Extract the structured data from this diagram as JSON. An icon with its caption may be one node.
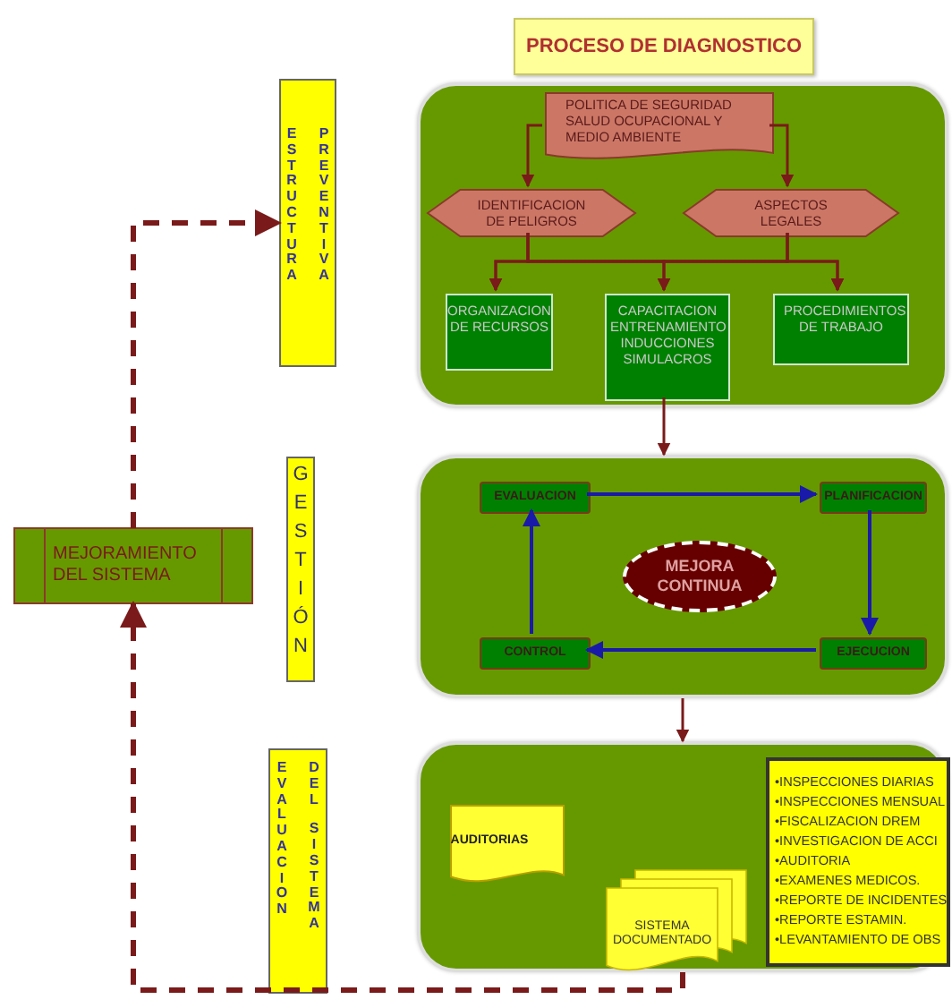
{
  "diagram": {
    "title": "PROCESO DE DIAGNOSTICO",
    "nodes": [
      {
        "text": [
          "ESTRUCTURA",
          "PREVENTIVA"
        ]
      },
      {
        "text": [],
        "shape": "box"
      },
      {
        "text": [
          "POLITICA DE SEGURIDAD SALUD OCUPACIONAL Y MEDIO AMBIENTE"
        ],
        "in": 1
      },
      {
        "text": [
          "IDENTIFICACION DE PELIGROS"
        ],
        "in": 1
      },
      {
        "text": [
          "ASPECTOS LEGALES"
        ],
        "in": 1
      },
      {
        "text": [
          "ORGANIZACION DE RECURSOS"
        ],
        "in": 1
      },
      {
        "text": [
          "CAPACITACION ENTRENAMIENTO INDUCCIONES SIMULACROS"
        ],
        "in": 1
      },
      {
        "text": [
          "PROCEDIMIENTOS DE TRABAJO"
        ],
        "in": 1
      },
      {
        "text": [
          "GESTIÓN"
        ]
      },
      {
        "text": [],
        "shape": "box"
      },
      {
        "text": [
          "EVALUACION"
        ],
        "in": 9
      },
      {
        "text": [
          "PLANIFICACION"
        ],
        "in": 9
      },
      {
        "text": [
          "MEJORA CONTINUA"
        ],
        "in": 9
      },
      {
        "text": [
          "CONTROL"
        ],
        "in": 9
      },
      {
        "text": [
          "EJECUCION"
        ],
        "in": 9
      },
      {
        "text": [
          "EVALUACION",
          "DEL SISTEMA"
        ]
      },
      {
        "text": [],
        "shape": "box"
      },
      {
        "text": [
          "AUDITORIAS"
        ],
        "in": 16
      },
      {
        "text": [
          "SISTEMA DOCUMENTADO"
        ],
        "in": 16
      },
      {
        "text": [
          "•INSPECCIONES DIARIAS",
          "•INSPECCIONES MENSUAL",
          "•FISCALIZACION DREM",
          "•INVESTIGACION DE ACCI",
          "•AUDITORIA",
          "•EXAMENES MEDICOS.",
          "•REPORTE DE INCIDENTES",
          "•REPORTE ESTAMIN.",
          "•LEVANTAMIENTO DE OBS"
        ],
        "in": 16
      },
      {
        "text": [
          "MEJORAMIENTO DEL SISTEMA"
        ]
      }
    ],
    "edges": [
      {
        "from": 2,
        "to": 3,
        "arrow": "to"
      },
      {
        "from": 2,
        "to": 4,
        "arrow": "to"
      },
      {
        "from": 3,
        "to": 5,
        "arrow": "to"
      },
      {
        "from": 3,
        "to": 6,
        "arrow": "to"
      },
      {
        "from": 3,
        "to": 7,
        "arrow": "to"
      },
      {
        "from": 4,
        "to": 5,
        "arrow": "to"
      },
      {
        "from": 4,
        "to": 6,
        "arrow": "to"
      },
      {
        "from": 4,
        "to": 7,
        "arrow": "to"
      },
      {
        "from": 6,
        "to": 9,
        "arrow": "to"
      },
      {
        "from": 10,
        "to": 11,
        "arrow": "to",
        "color": "#1a1aa8"
      },
      {
        "from": 11,
        "to": 14,
        "arrow": "to",
        "color": "#1a1aa8"
      },
      {
        "from": 14,
        "to": 13,
        "arrow": "to",
        "color": "#1a1aa8"
      },
      {
        "from": 13,
        "to": 10,
        "arrow": "to",
        "color": "#1a1aa8"
      },
      {
        "from": 9,
        "to": 16,
        "arrow": "to"
      },
      {
        "from": 16,
        "to": 20,
        "arrow": "to",
        "style": "dashed"
      },
      {
        "from": 20,
        "to": 0,
        "arrow": "to",
        "style": "dashed"
      }
    ]
  }
}
